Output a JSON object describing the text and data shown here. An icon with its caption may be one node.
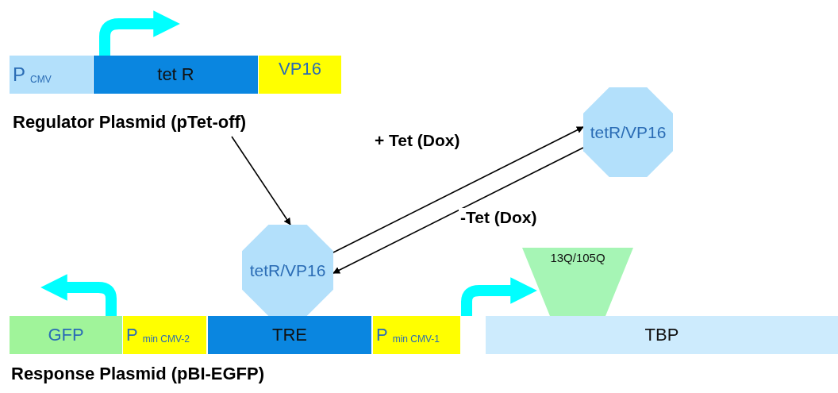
{
  "diagram": {
    "nodes": [
      {
        "text": [
          "P$_{CMV}$"
        ]
      },
      {
        "text": [
          "tet R"
        ]
      },
      {
        "text": [
          "VP16"
        ]
      },
      {
        "text": [
          "Regulator Plasmid (pTet-off)"
        ]
      },
      {
        "text": [
          "tetR/VP16"
        ]
      },
      {
        "text": [
          "tetR/VP16"
        ]
      },
      {
        "text": [
          "13Q/105Q"
        ]
      },
      {
        "text": [
          "GFP"
        ]
      },
      {
        "text": [
          "P$_{min CMV-2}$"
        ]
      },
      {
        "text": [
          "TRE"
        ]
      },
      {
        "text": [
          "P$_{min CMV-1}$"
        ]
      },
      {
        "text": [
          "TBP"
        ]
      }
    ],
    "edges": [
      {
        "from": 3,
        "to": 5,
        "arrow": "to"
      },
      {
        "from": 5,
        "to": 4,
        "arrow": "to",
        "label": "+ Tet (Dox)"
      },
      {
        "from": 4,
        "to": 5,
        "arrow": "to",
        "label": "-Tet (Dox)"
      },
      {
        "from": 10,
        "to": 6,
        "arrow": "to",
        "style": "thick",
        "color": "#00ffff"
      }
    ],
    "labels": [
      "Response Plasmid (pBI-EGFP)"
    ]
  }
}
